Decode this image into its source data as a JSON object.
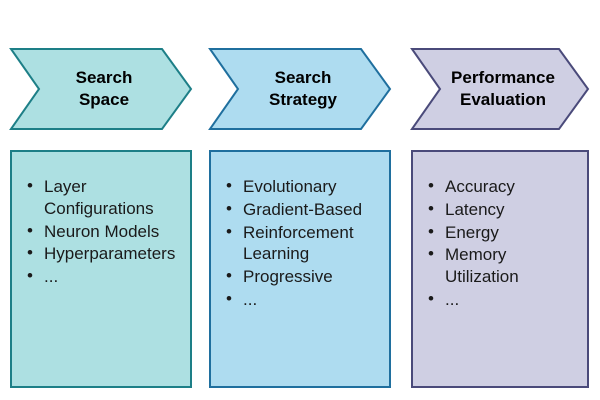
{
  "diagram": {
    "type": "three-stage-pipeline",
    "columns": [
      {
        "id": "search-space",
        "header_lines": [
          "Search",
          "Space"
        ],
        "header_text": "Search Space",
        "fill": "#ade0e2",
        "stroke": "#1d7f87",
        "items": [
          "Layer Configurations",
          "Neuron Models",
          "Hyperparameters",
          "..."
        ]
      },
      {
        "id": "search-strategy",
        "header_lines": [
          "Search",
          "Strategy"
        ],
        "header_text": "Search Strategy",
        "fill": "#aedcf0",
        "stroke": "#1f6f9e",
        "items": [
          "Evolutionary",
          "Gradient-Based",
          "Reinforcement Learning",
          "Progressive",
          "..."
        ]
      },
      {
        "id": "performance-evaluation",
        "header_lines": [
          "Performance",
          "Evaluation"
        ],
        "header_text": "Performance Evaluation",
        "fill": "#cfcfe3",
        "stroke": "#4a4a7a",
        "items": [
          "Accuracy",
          "Latency",
          "Energy",
          "Memory Utilization",
          "..."
        ]
      }
    ]
  }
}
